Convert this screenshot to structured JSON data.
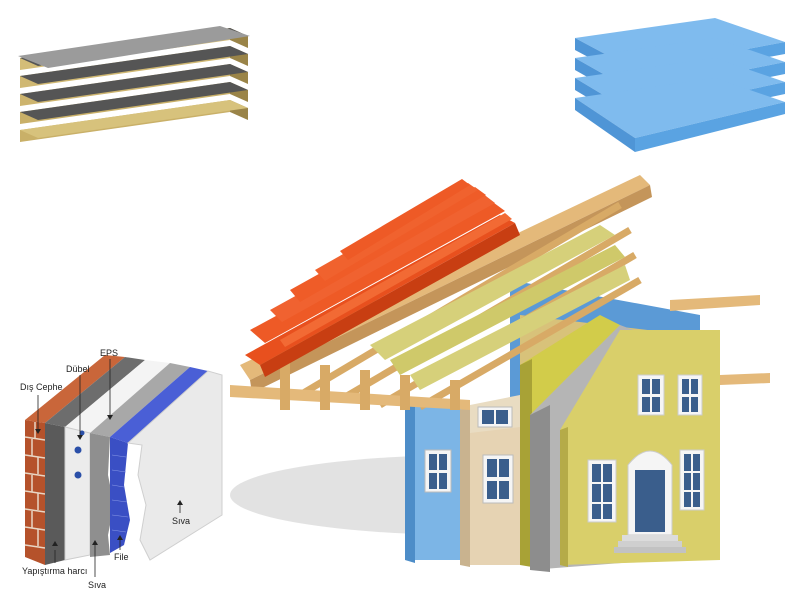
{
  "layer_diagram": {
    "labels": {
      "dis_cephe": "Dış Cephe",
      "dubel": "Dübel",
      "eps": "EPS",
      "yapistirma_harci": "Yapıştırma harcı",
      "siva_bottom": "Sıva",
      "file": "File",
      "siva_right": "Sıva"
    }
  },
  "colors": {
    "brick": "#b5522b",
    "mortar": "#e8d6c4",
    "eps_white": "#f2f2f2",
    "gray_layer": "#8f8f8f",
    "mesh_blue": "#3a4fc4",
    "plaster": "#e6e6e6",
    "roof_tile": "#e8501e",
    "timber": "#e4b97a",
    "wall_yellow": "#d9cf6a",
    "xps_blue": "#5fa7e0",
    "mineral_wool": "#d8c27a"
  }
}
